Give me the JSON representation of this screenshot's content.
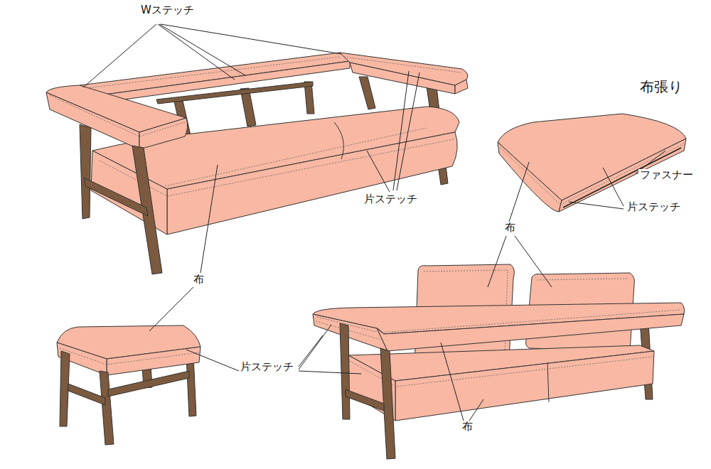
{
  "diagram": {
    "title": "布張り",
    "labels": [
      "Wステッチ",
      "ファスナー",
      "片ステッチ",
      "片ステッチ",
      "布",
      "布",
      "片ステッチ",
      "布"
    ]
  }
}
